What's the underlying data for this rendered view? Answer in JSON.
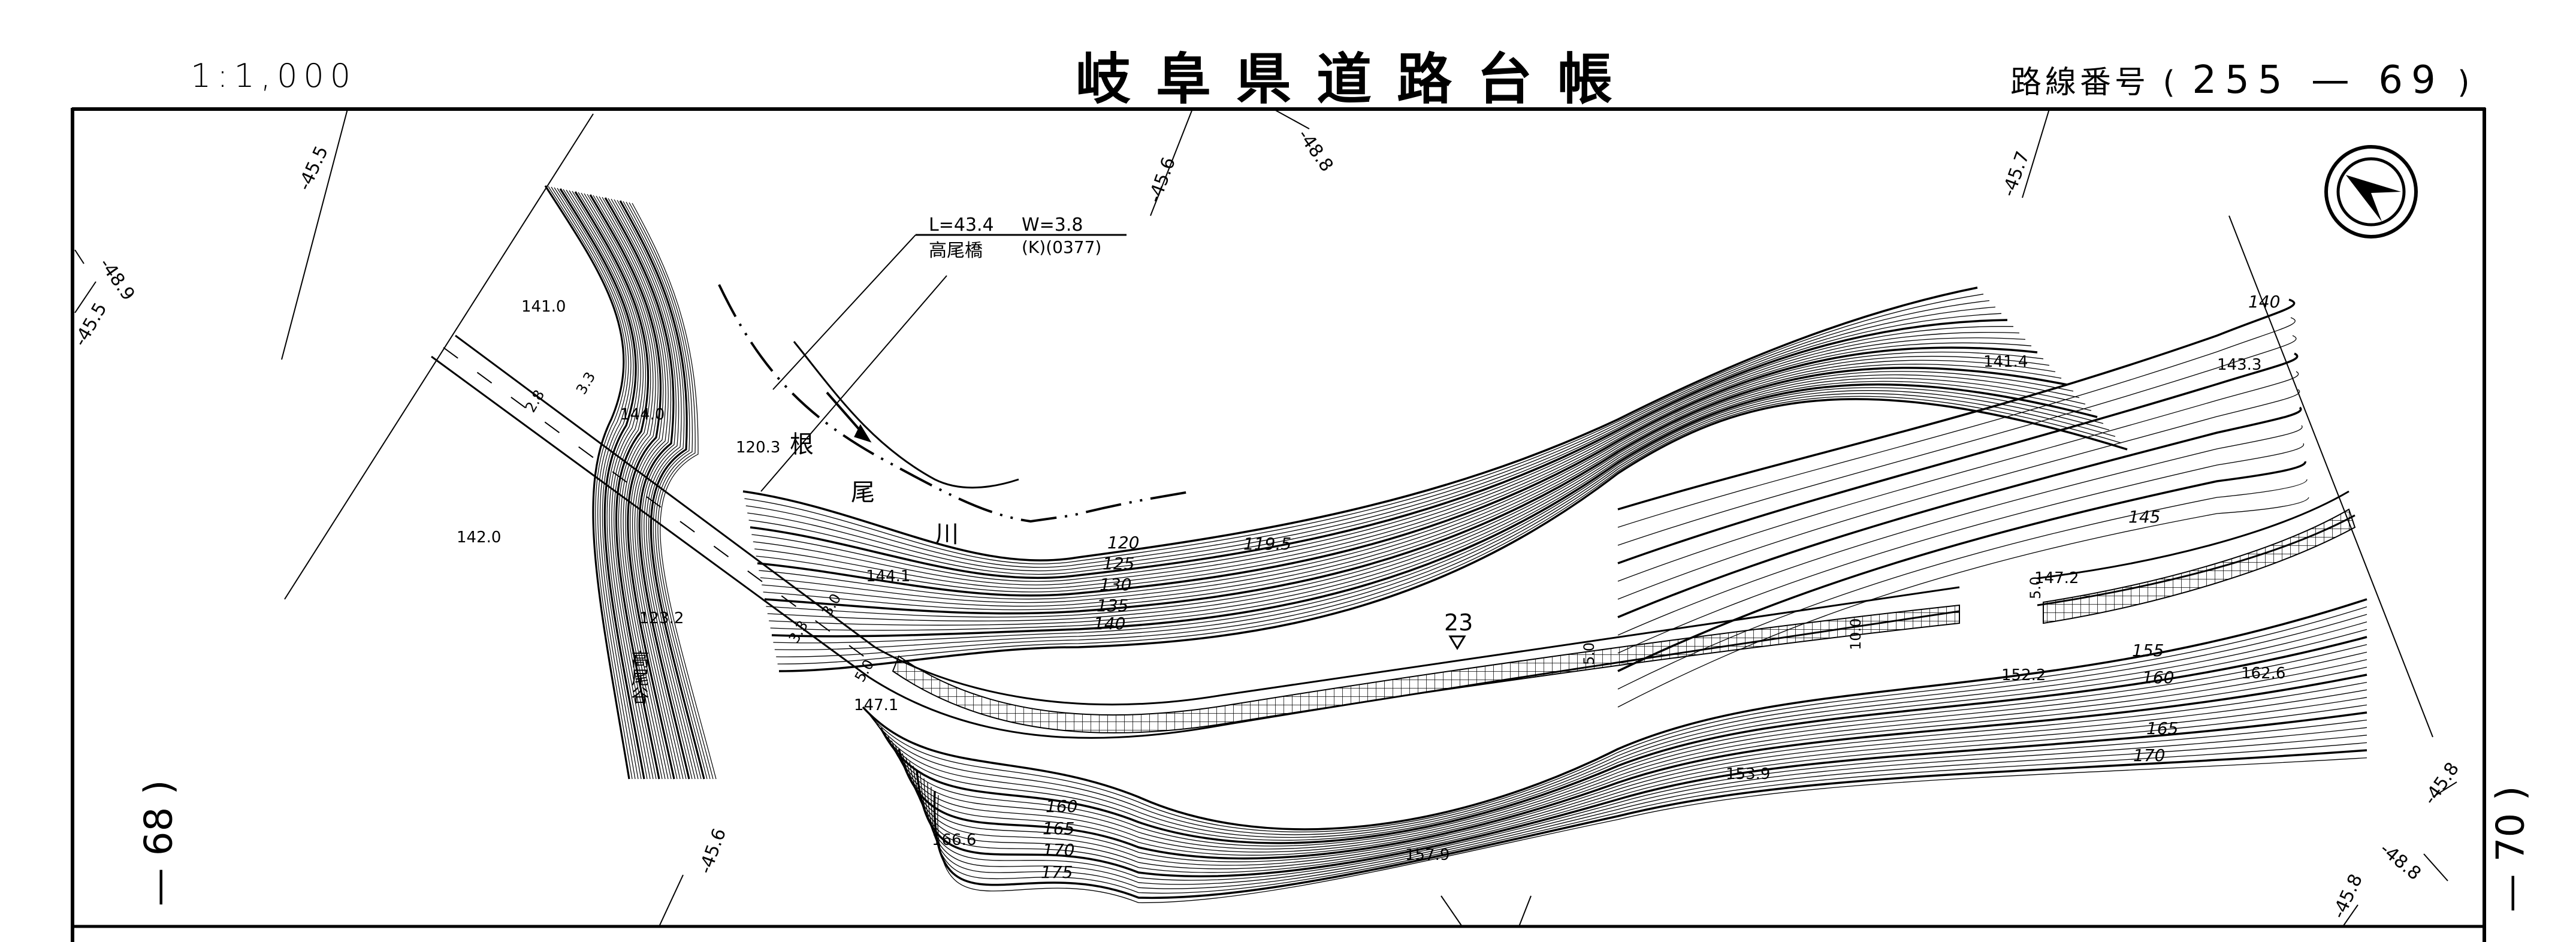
{
  "header": {
    "scale": "1:1,000",
    "title": "岐阜県道路台帳",
    "route_label": "路線番号",
    "route_open": "(",
    "route_number": "255 — 69",
    "route_close": ")"
  },
  "sheet_links": {
    "left": "— 68 )",
    "right": "— 70 )"
  },
  "bridge": {
    "length_label": "L=43.4",
    "width_label": "W=3.8",
    "name": "高尾橋",
    "code": "(K)(0377)"
  },
  "place_names": {
    "river": [
      "根",
      "尾",
      "川"
    ],
    "valley": "高尾谷"
  },
  "grid_labels": {
    "top": [
      "-45.5",
      "-45.6",
      "-48.8",
      "-45.7"
    ],
    "left": [
      "-48.9",
      "-45.5"
    ],
    "bottom": [
      "-45.6"
    ],
    "right": [
      "-45.8",
      "-48.8",
      "-45.8"
    ]
  },
  "spot_heights": [
    "141.0",
    "144.0",
    "120.3",
    "142.0",
    "123.2",
    "144.1",
    "147.1",
    "166.6",
    "157.9",
    "153.9",
    "152.2",
    "147.2",
    "141.4",
    "143.3",
    "162.6"
  ],
  "contour_labels": {
    "upper": [
      "120",
      "119.5",
      "125",
      "130",
      "135",
      "140"
    ],
    "lower_left": [
      "160",
      "165",
      "170",
      "175"
    ],
    "right": [
      "140",
      "145",
      "155",
      "160",
      "165",
      "170"
    ]
  },
  "road_marks": {
    "station": "23",
    "offsets": [
      "2.8",
      "3.3",
      "3.3",
      "3.0",
      "5.0",
      "5.0",
      "10.0",
      "5.0"
    ]
  },
  "compass": {
    "icon": "north-arrow-icon"
  }
}
